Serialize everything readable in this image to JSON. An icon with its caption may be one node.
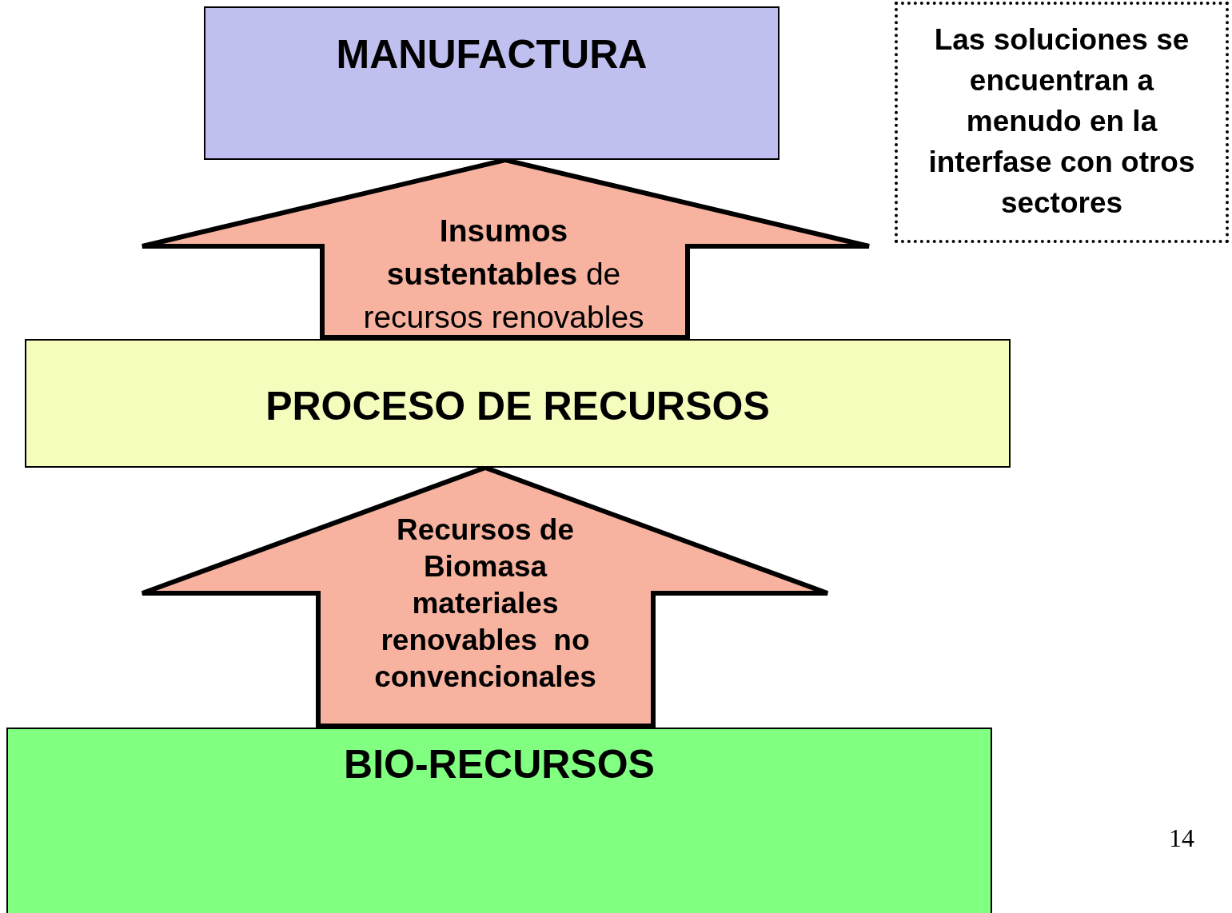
{
  "diagram": {
    "nodes": [
      {
        "text": [
          "MANUFACTURA"
        ]
      },
      {
        "text": [
          "Las soluciones se encuentran a menudo en la interfase con otros sectores"
        ]
      },
      {
        "text": [
          "PROCESO DE RECURSOS"
        ]
      },
      {
        "text": [
          "BIO-RECURSOS"
        ]
      }
    ],
    "edges": [
      {
        "from": 2,
        "to": 0,
        "arrow": "to",
        "label": "**Insumos sustentables** de recursos renovables"
      },
      {
        "from": 3,
        "to": 2,
        "arrow": "to",
        "label": "Recursos de Biomasa materiales renovables  no convencionales"
      }
    ],
    "labels": [
      "14"
    ]
  }
}
